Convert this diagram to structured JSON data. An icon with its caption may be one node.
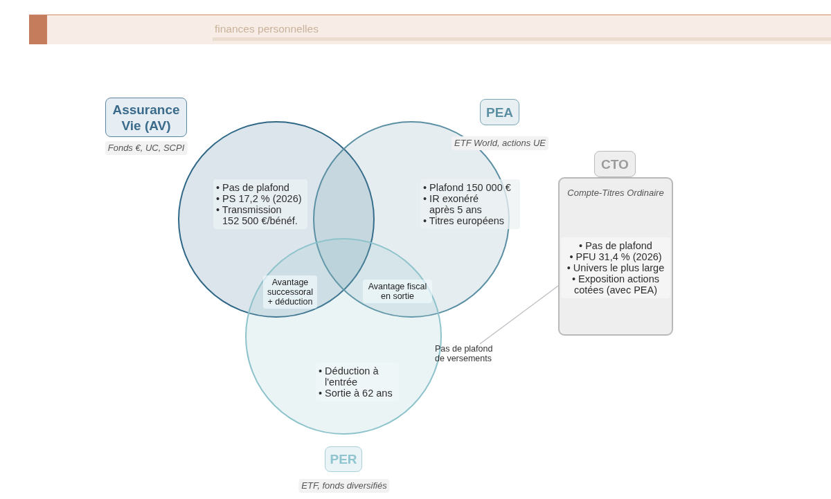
{
  "diagram": {
    "nodes": [
      {
        "text": [
          "Assurance Vie (AV)",
          "• Pas de plafond",
          "• PS 17,2 % (2026)",
          "• Transmission 152 500 €/bénéf."
        ],
        "beside": [
          "Fonds €, UC, SCPI"
        ]
      },
      {
        "text": [
          "PEA",
          "• Plafond 150 000 €",
          "• IR exonéré après 5 ans",
          "• Titres européens"
        ],
        "beside": [
          "ETF World, actions UE"
        ]
      },
      {
        "text": [
          "CTO",
          "Compte-Titres Ordinaire",
          "• Pas de plafond",
          "• PFU 31,4 % (2026)",
          "• Univers le plus large",
          "• Exposition actions cotées (avec PEA)"
        ]
      },
      {
        "text": [
          "• Déduction à l'entrée",
          "• Sortie à 62 ans",
          "PER"
        ],
        "beside": [
          "ETF, fonds diversifiés"
        ]
      },
      {
        "text": [
          "Pas de plafond de versements"
        ]
      }
    ],
    "edges": [
      {
        "from": 4,
        "to": 2,
        "arrow": "none"
      }
    ],
    "labels": [
      "finances personnelles",
      "Avantage successoral + déduction",
      "Avantage fiscal en sortie"
    ]
  }
}
